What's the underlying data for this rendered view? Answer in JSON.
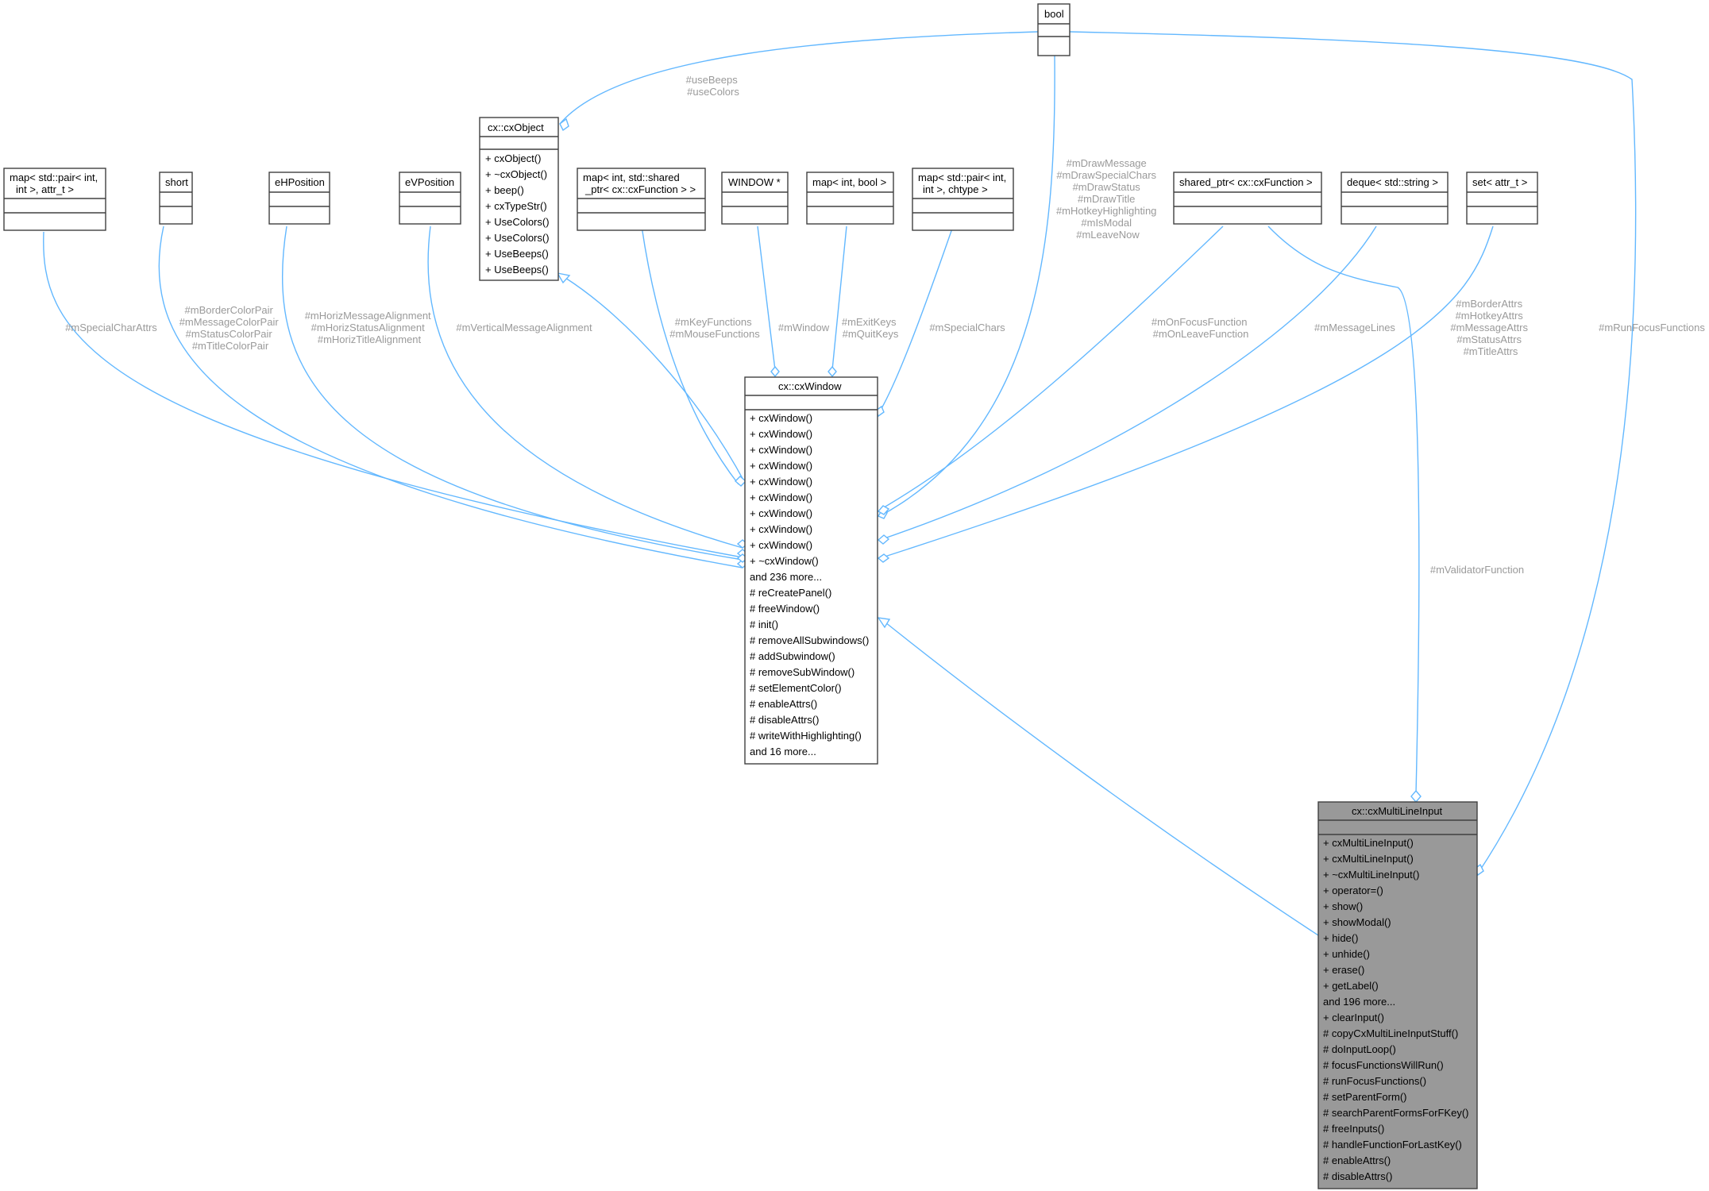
{
  "classes": {
    "bool": {
      "title": "bool",
      "members": []
    },
    "cxObject": {
      "title": "cx::cxObject",
      "members": [
        "+  cxObject()",
        "+  ~cxObject()",
        "+  beep()",
        "+  cxTypeStr()",
        "+  UseColors()",
        "+  UseColors()",
        "+  UseBeeps()",
        "+  UseBeeps()"
      ]
    },
    "mapPairAttr": {
      "title": [
        "map< std::pair< int,",
        "int >, attr_t >"
      ],
      "members": []
    },
    "short": {
      "title": "short",
      "members": []
    },
    "eHPosition": {
      "title": "eHPosition",
      "members": []
    },
    "eVPosition": {
      "title": "eVPosition",
      "members": []
    },
    "mapIntShared": {
      "title": [
        "map< int, std::shared",
        "_ptr< cx::cxFunction > >"
      ],
      "members": []
    },
    "window": {
      "title": "WINDOW *",
      "members": []
    },
    "mapIntBool": {
      "title": "map< int, bool >",
      "members": []
    },
    "mapPairChtype": {
      "title": [
        "map< std::pair< int,",
        "int >, chtype >"
      ],
      "members": []
    },
    "sharedFunc": {
      "title": "shared_ptr< cx::cxFunction >",
      "members": []
    },
    "dequeString": {
      "title": "deque< std::string >",
      "members": []
    },
    "setAttr": {
      "title": "set< attr_t >",
      "members": []
    },
    "cxWindow": {
      "title": "cx::cxWindow",
      "members": [
        "+  cxWindow()",
        "+  cxWindow()",
        "+  cxWindow()",
        "+  cxWindow()",
        "+  cxWindow()",
        "+  cxWindow()",
        "+  cxWindow()",
        "+  cxWindow()",
        "+  cxWindow()",
        "+  ~cxWindow()",
        "    and 236 more...",
        "#  reCreatePanel()",
        "#  freeWindow()",
        "#  init()",
        "#  removeAllSubwindows()",
        "#  addSubwindow()",
        "#  removeSubWindow()",
        "#  setElementColor()",
        "#  enableAttrs()",
        "#  disableAttrs()",
        "#  writeWithHighlighting()",
        "    and 16 more..."
      ]
    },
    "cxMultiLineInput": {
      "title": "cx::cxMultiLineInput",
      "members": [
        "+  cxMultiLineInput()",
        "+  cxMultiLineInput()",
        "+  ~cxMultiLineInput()",
        "+  operator=()",
        "+  show()",
        "+  showModal()",
        "+  hide()",
        "+  unhide()",
        "+  erase()",
        "+  getLabel()",
        "    and 196 more...",
        "+  clearInput()",
        "#  copyCxMultiLineInputStuff()",
        "#  doInputLoop()",
        "#  focusFunctionsWillRun()",
        "#  runFocusFunctions()",
        "#  setParentForm()",
        "#  searchParentFormsForFKey()",
        "#  freeInputs()",
        "#  handleFunctionForLastKey()",
        "#  enableAttrs()",
        "#  disableAttrs()"
      ]
    }
  },
  "edge_labels": {
    "useBeeps": [
      "#useBeeps",
      "#useColors"
    ],
    "specialCharAttrs": [
      "#mSpecialCharAttrs"
    ],
    "colorPairs": [
      "#mBorderColorPair",
      "#mMessageColorPair",
      "#mStatusColorPair",
      "#mTitleColorPair"
    ],
    "horizAlign": [
      "#mHorizMessageAlignment",
      "#mHorizStatusAlignment",
      "#mHorizTitleAlignment"
    ],
    "vertAlign": [
      "#mVerticalMessageAlignment"
    ],
    "keyFunctions": [
      "#mKeyFunctions",
      "#mMouseFunctions"
    ],
    "window": [
      "#mWindow"
    ],
    "exitKeys": [
      "#mExitKeys",
      "#mQuitKeys"
    ],
    "specialChars": [
      "#mSpecialChars"
    ],
    "boolMembers": [
      "#mDrawMessage",
      "#mDrawSpecialChars",
      "#mDrawStatus",
      "#mDrawTitle",
      "#mHotkeyHighlighting",
      "#mIsModal",
      "#mLeaveNow"
    ],
    "focusFunctions": [
      "#mOnFocusFunction",
      "#mOnLeaveFunction"
    ],
    "messageLines": [
      "#mMessageLines"
    ],
    "attrs": [
      "#mBorderAttrs",
      "#mHotkeyAttrs",
      "#mMessageAttrs",
      "#mStatusAttrs",
      "#mTitleAttrs"
    ],
    "validator": [
      "#mValidatorFunction"
    ],
    "runFocus": [
      "#mRunFocusFunctions"
    ]
  }
}
